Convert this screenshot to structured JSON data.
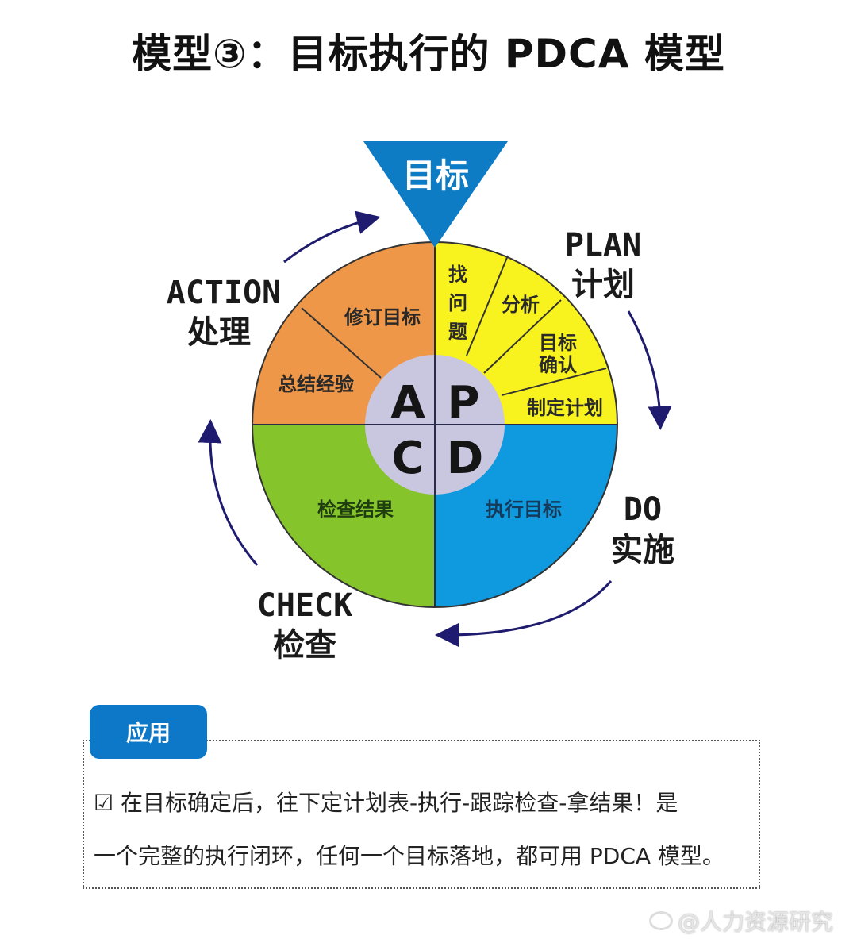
{
  "title": "模型③：目标执行的 PDCA 模型",
  "diagram": {
    "goal": {
      "label": "目标",
      "color": "#0d7cc4"
    },
    "center": {
      "color": "#c9c6e0",
      "letters": {
        "A": "A",
        "P": "P",
        "C": "C",
        "D": "D"
      }
    },
    "quadrants": {
      "plan": {
        "color": "#f8f21e",
        "items": [
          "找\n问\n题",
          "分析",
          "目标确认",
          "制定计划"
        ]
      },
      "do": {
        "color": "#0f99de",
        "items": [
          "执行目标"
        ]
      },
      "check": {
        "color": "#86c42c",
        "items": [
          "检查结果"
        ]
      },
      "action": {
        "color": "#ef9748",
        "items": [
          "修订目标",
          "总结经验"
        ]
      }
    },
    "labels": {
      "plan_en": "PLAN",
      "plan_zh": "计划",
      "do_en": "DO",
      "do_zh": "实施",
      "check_en": "CHECK",
      "check_zh": "检查",
      "action_en": "ACTION",
      "action_zh": "处理"
    },
    "arrow_color": "#1f1b6e"
  },
  "application": {
    "tab_label": "应用",
    "checkbox_icon": "☑",
    "line1": "在目标确定后，往下定计划表-执行-跟踪检查-拿结果！是",
    "line2": "一个完整的执行闭环，任何一个目标落地，都可用 PDCA 模型。"
  },
  "watermark": "@人力资源研究"
}
